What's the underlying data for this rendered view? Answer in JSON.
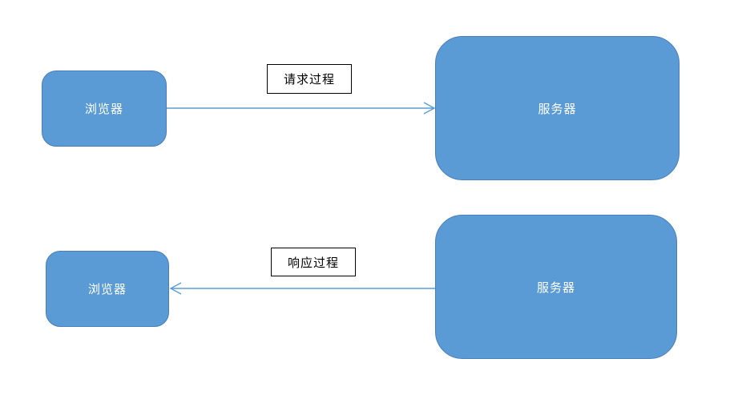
{
  "diagram": {
    "title": "browser-server request and response flow",
    "rows": [
      {
        "source": "浏览器",
        "target": "服务器",
        "label": "请求过程",
        "direction": "right"
      },
      {
        "source": "浏览器",
        "target": "服务器",
        "label": "响应过程",
        "direction": "left"
      }
    ]
  },
  "colors": {
    "canvas-bg": "#ffffff",
    "node-fill": "#5b9bd5",
    "node-border": "#4a7ebb",
    "arrow": "#5b9bd5",
    "label-border": "#000000"
  }
}
